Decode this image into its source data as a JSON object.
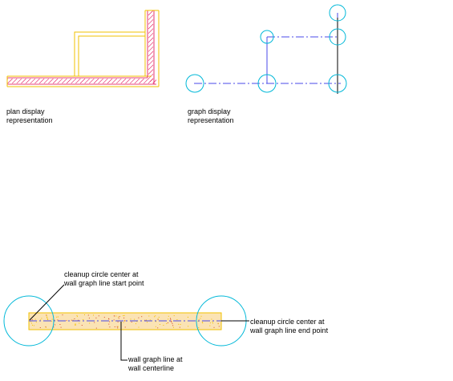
{
  "plan_label": {
    "line1": "plan display",
    "line2": "representation"
  },
  "graph_label": {
    "line1": "graph display",
    "line2": "representation"
  },
  "callouts": {
    "start": {
      "line1": "cleanup circle center at",
      "line2": "wall graph line start point"
    },
    "end": {
      "line1": "cleanup circle center at",
      "line2": "wall graph line end point"
    },
    "centerline": {
      "line1": "wall graph line at",
      "line2": "wall centerline"
    }
  },
  "colors": {
    "wall_outline": "#f2c200",
    "wall_hatch": "#e0004a",
    "wall_fill": "#fbe3b4",
    "wall_specks": "#d64b2b",
    "cleanup_circle": "#00b8d8",
    "graph_line": "#4a4ae8",
    "leader": "#000000"
  }
}
